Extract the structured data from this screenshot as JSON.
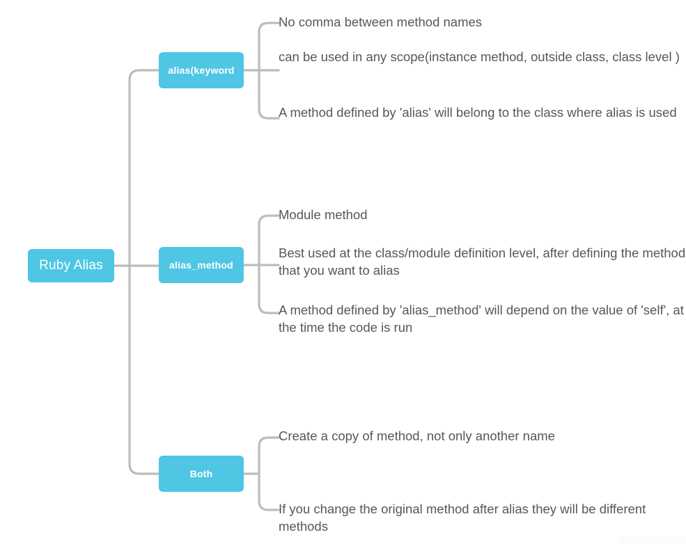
{
  "diagram": {
    "type": "mind-map",
    "title": "Ruby Alias",
    "colors": {
      "node_fill": "#4ec6e4",
      "node_text": "#ffffff",
      "leaf_text": "#555759",
      "connector": "#b9bdbf",
      "background": "#ffffff"
    },
    "root": {
      "label": "Ruby Alias"
    },
    "branches": [
      {
        "label": "alias(keyword",
        "leaves": [
          {
            "text": "No comma between method names"
          },
          {
            "text": "can be used in any scope(instance method, outside class, class level )"
          },
          {
            "text": "A method defined by 'alias' will belong to the class where alias is used"
          }
        ]
      },
      {
        "label": "alias_method",
        "leaves": [
          {
            "text": "Module method"
          },
          {
            "text": "Best used at the class/module definition level, after defining the method that you want to alias"
          },
          {
            "text": "A method defined by 'alias_method' will depend on the value of 'self', at the time the code is run"
          }
        ]
      },
      {
        "label": "Both",
        "leaves": [
          {
            "text": "Create a copy of method, not only another name"
          },
          {
            "text": "If you change the original method after alias they will be different methods"
          }
        ]
      }
    ]
  }
}
